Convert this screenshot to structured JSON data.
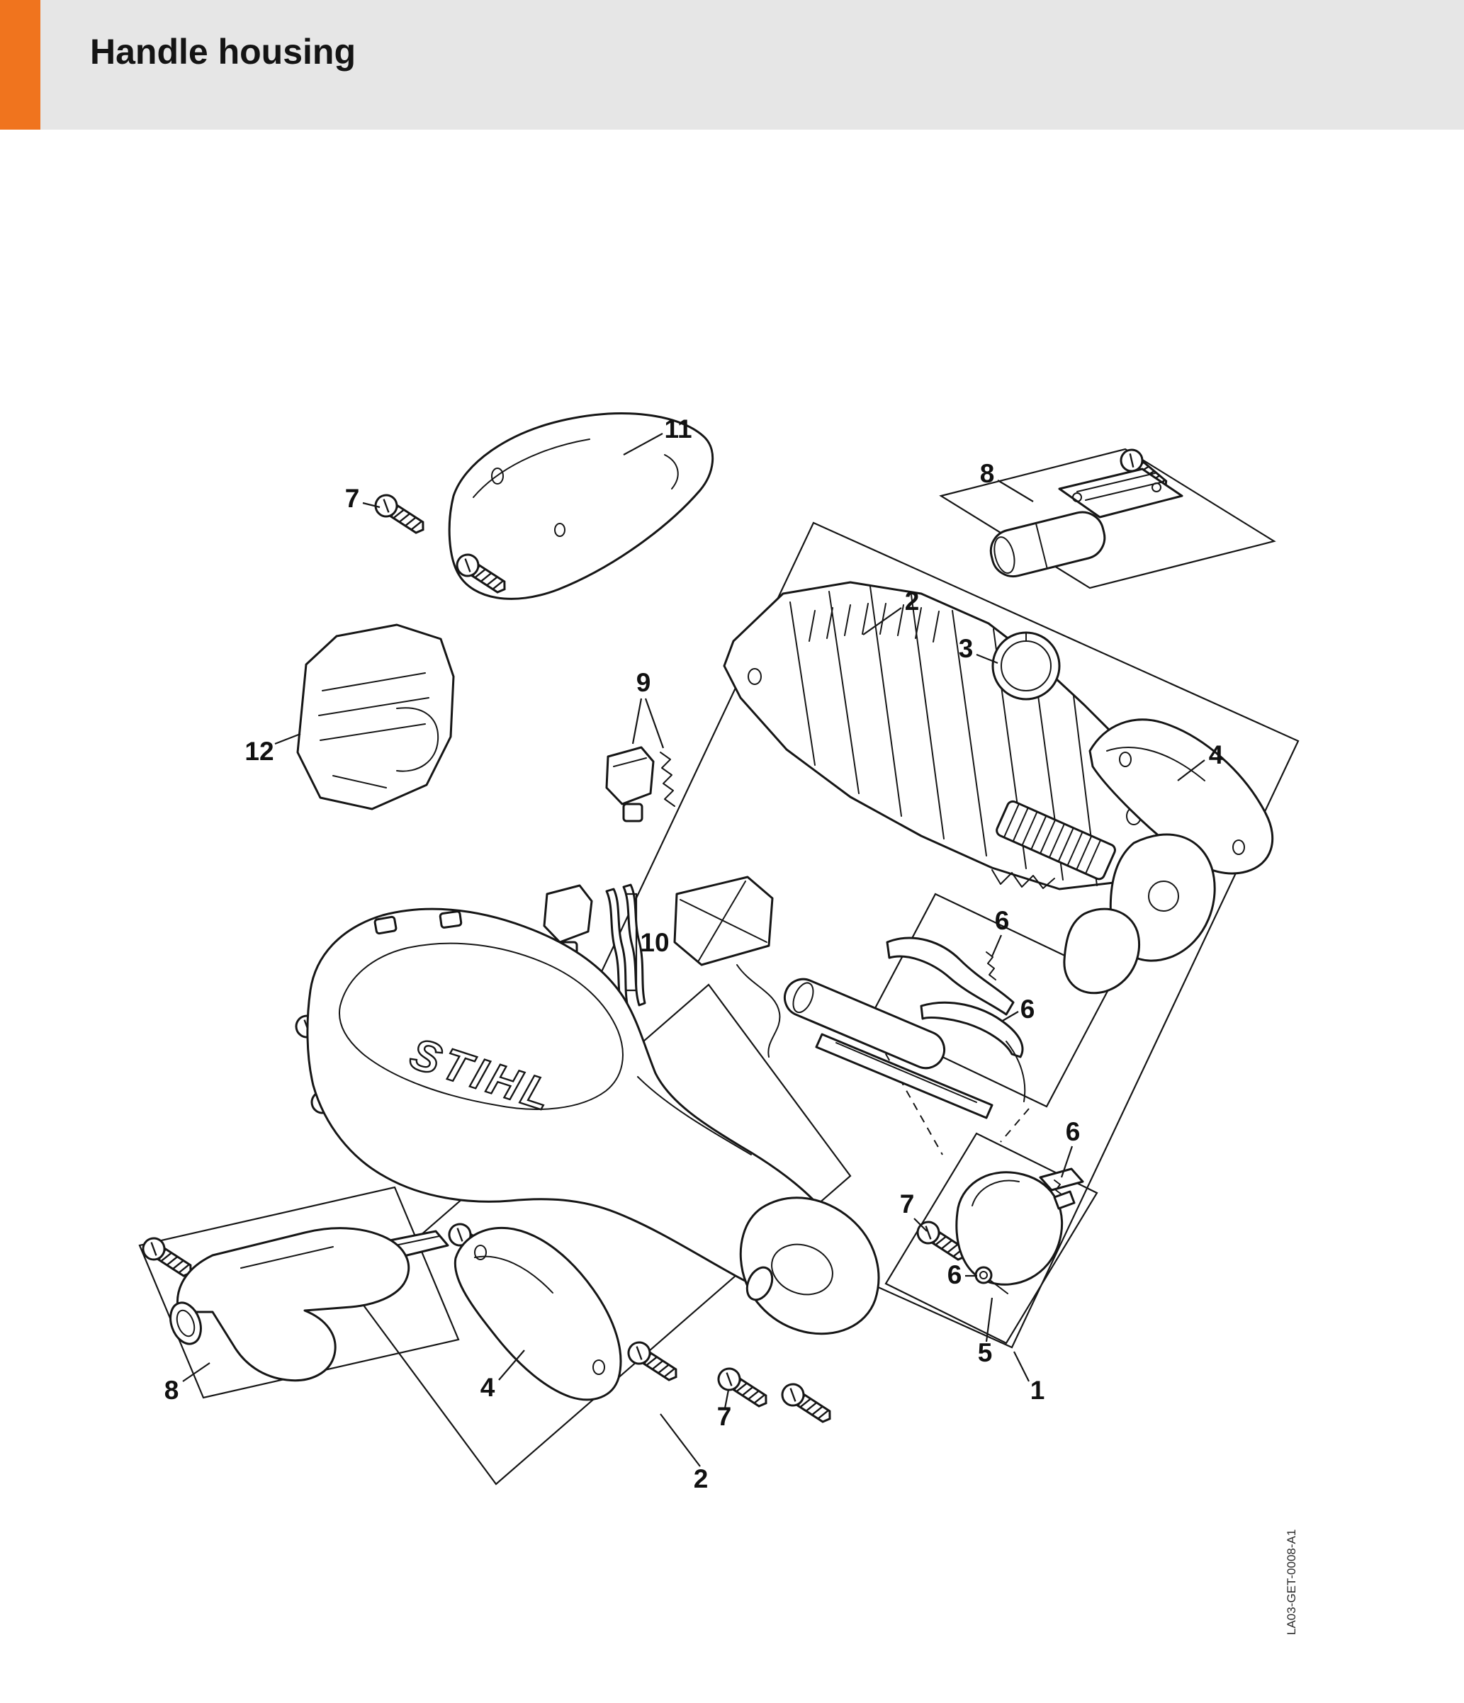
{
  "page": {
    "title": "Handle housing",
    "doc_code": "LA03-GET-0008-A1"
  },
  "theme": {
    "accent_orange": "#F0741E",
    "header_gray": "#E6E6E6",
    "diagram_line": "#161616",
    "background": "#FFFFFF"
  },
  "diagram": {
    "type": "exploded-parts-view",
    "logo_text": "STIHL",
    "callouts": [
      {
        "label": "11"
      },
      {
        "label": "7"
      },
      {
        "label": "8"
      },
      {
        "label": "2"
      },
      {
        "label": "3"
      },
      {
        "label": "9"
      },
      {
        "label": "4"
      },
      {
        "label": "12"
      },
      {
        "label": "10"
      },
      {
        "label": "6"
      },
      {
        "label": "6"
      },
      {
        "label": "6"
      },
      {
        "label": "7"
      },
      {
        "label": "6"
      },
      {
        "label": "5"
      },
      {
        "label": "8"
      },
      {
        "label": "4"
      },
      {
        "label": "7"
      },
      {
        "label": "2"
      },
      {
        "label": "1"
      }
    ]
  }
}
